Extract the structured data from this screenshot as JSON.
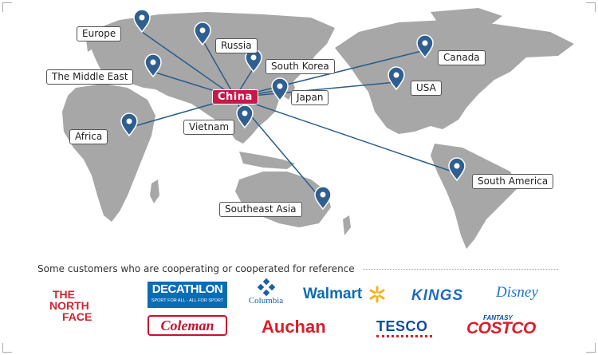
{
  "map": {
    "hub": "China",
    "destinations": [
      {
        "id": "europe",
        "label": "Europe"
      },
      {
        "id": "russia",
        "label": "Russia"
      },
      {
        "id": "south-korea",
        "label": "South Korea"
      },
      {
        "id": "middle-east",
        "label": "The Middle East"
      },
      {
        "id": "japan",
        "label": "Japan"
      },
      {
        "id": "vietnam",
        "label": "Vietnam"
      },
      {
        "id": "africa",
        "label": "Africa"
      },
      {
        "id": "southeast-asia",
        "label": "Southeast Asia"
      },
      {
        "id": "canada",
        "label": "Canada"
      },
      {
        "id": "usa",
        "label": "USA"
      },
      {
        "id": "south-america",
        "label": "South America"
      }
    ],
    "colors": {
      "land": "#a7a7a7",
      "route": "#2a5c8a",
      "pin": "#2f5f91",
      "hub": "#c8174a"
    }
  },
  "caption": "Some customers who are cooperating or cooperated for reference",
  "logos": {
    "north_face": [
      "THE",
      "NORTH",
      "FACE"
    ],
    "decathlon": "DECATHLON",
    "decathlon_tagline": "SPORT FOR ALL - ALL FOR SPORT",
    "coleman": "Coleman",
    "columbia": "Columbia",
    "walmart": "Walmart",
    "kings": "KINGS",
    "disney": "Disney",
    "auchan": "Auchan",
    "tesco": "TESCO",
    "costco_fantasy": "FANTASY",
    "costco": "COSTCO"
  }
}
